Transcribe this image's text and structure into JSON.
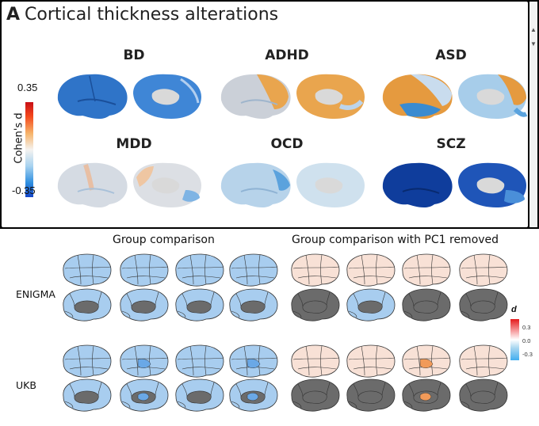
{
  "panel_a": {
    "letter": "A",
    "title": "Cortical thickness alterations",
    "colorbar": {
      "label": "Cohen's d",
      "max": "0.35",
      "min": "-0.35"
    },
    "disorders": [
      {
        "label": "BD",
        "lateral": "#2f74c8",
        "medial": "#3f86d6"
      },
      {
        "label": "ADHD",
        "lateral": "#cbd0d8",
        "medial": "#e9a54e"
      },
      {
        "label": "ASD",
        "lateral": "#e59a3f",
        "medial": "#a7cdea"
      },
      {
        "label": "MDD",
        "lateral": "#d5dbe3",
        "medial": "#dcdfe4"
      },
      {
        "label": "OCD",
        "lateral": "#b7d3ea",
        "medial": "#cfe1ee"
      },
      {
        "label": "SCZ",
        "lateral": "#0f3d9c",
        "medial": "#1f55b8"
      }
    ]
  },
  "panel_b": {
    "header_left": "Group comparison",
    "header_right": "Group comparison with PC1 removed",
    "rows": [
      "ENIGMA",
      "UKB"
    ],
    "colorbar": {
      "title": "d",
      "ticks": [
        "0.3",
        "0.0",
        "-0.3"
      ]
    },
    "colors": {
      "group_fill": "#a8cdef",
      "group_fill_dark": "#6aa8e6",
      "pc1_fill": "#f8e1d6",
      "pc1_orange": "#f19a59",
      "gray": "#6b6b6b"
    }
  }
}
